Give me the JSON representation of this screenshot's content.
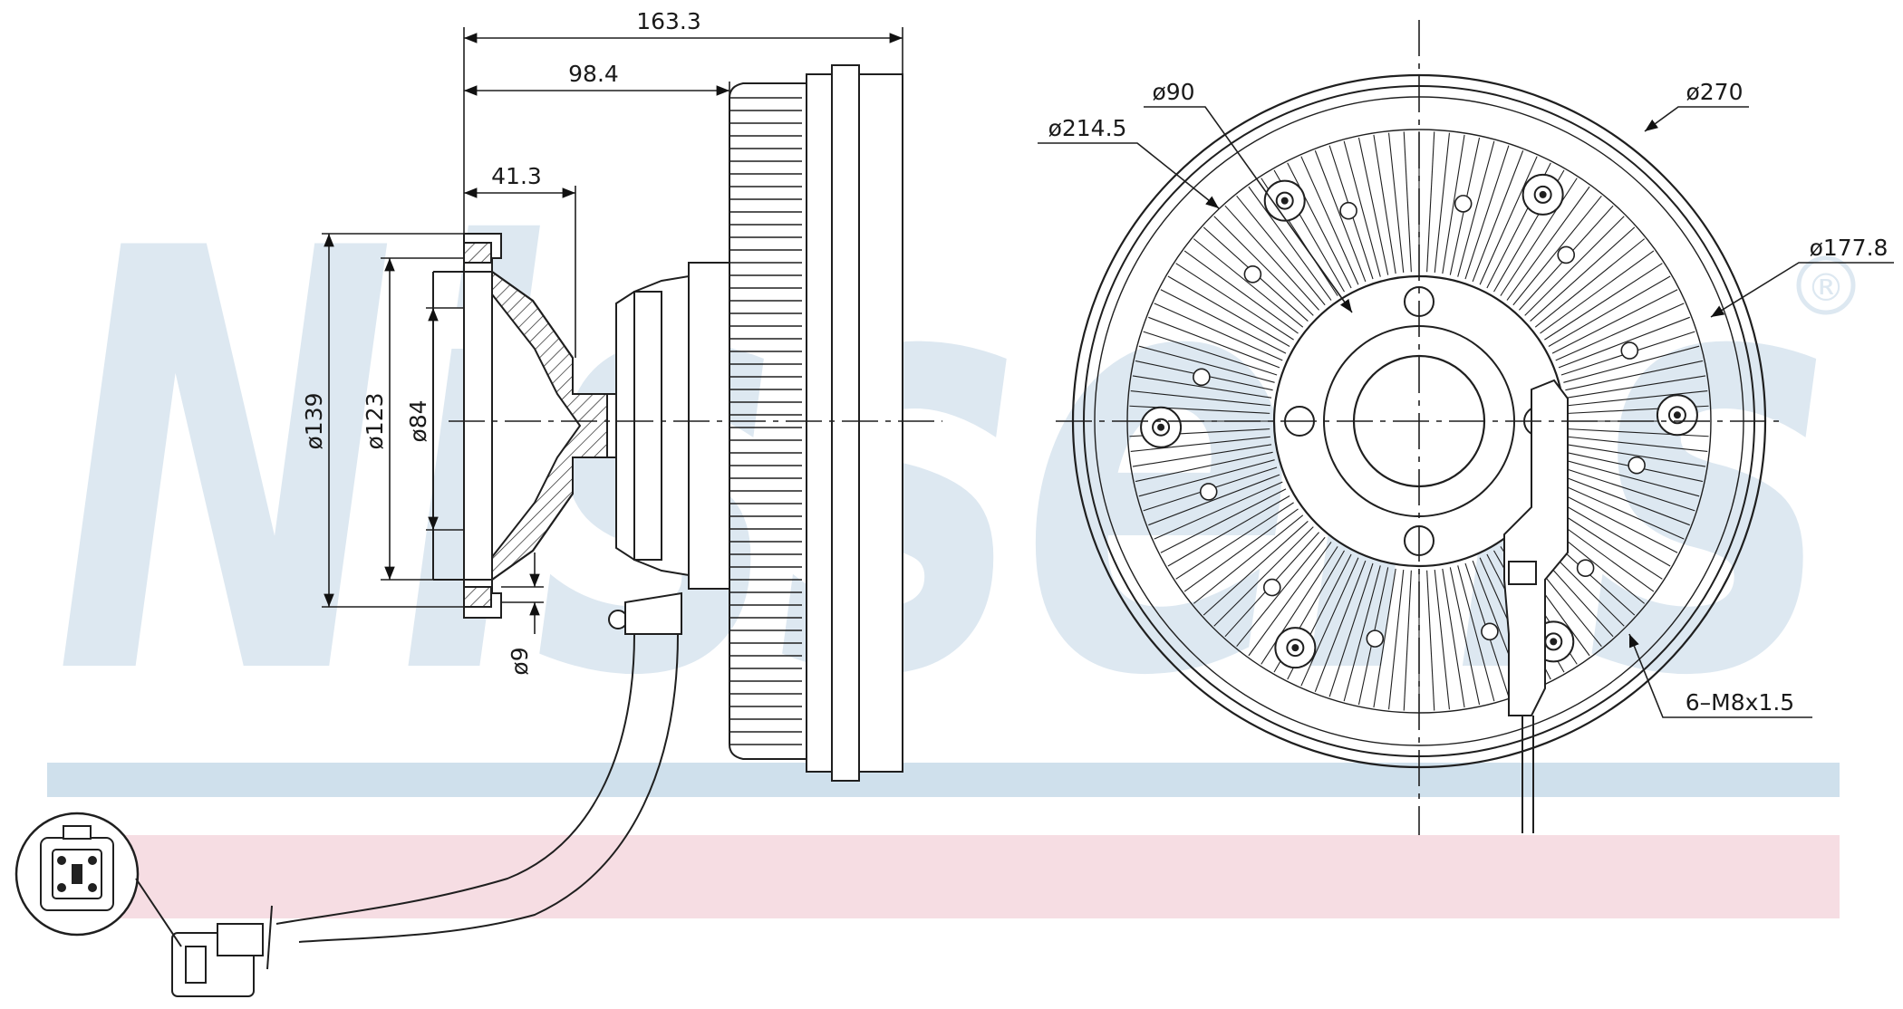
{
  "watermark": {
    "text": "Nissens",
    "registered": "®"
  },
  "dimensions": {
    "overall_length": "163.3",
    "mid_length": "98.4",
    "flange_length": "41.3",
    "dia_139": "ø139",
    "dia_123": "ø123",
    "dia_84": "ø84",
    "dia_9": "ø9",
    "dia_90": "ø90",
    "dia_214_5": "ø214.5",
    "dia_270": "ø270",
    "dia_177_8": "ø177.8",
    "thread": "6–M8x1.5"
  },
  "colors": {
    "watermark_blue": "#dde8f1",
    "band_blue": "#cfe0ec",
    "band_pink": "#f6dde3",
    "line": "#1f1f1f"
  }
}
